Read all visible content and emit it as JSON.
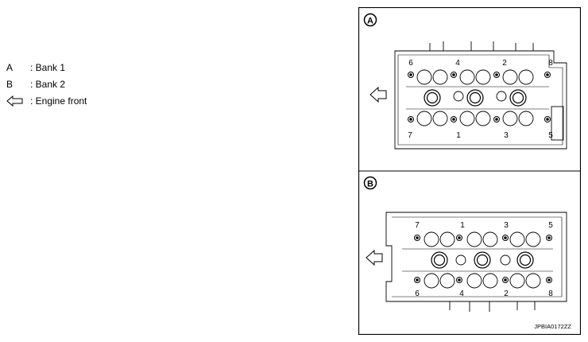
{
  "legend": [
    {
      "key": "A",
      "text": ": Bank 1"
    },
    {
      "key": "B",
      "text": ": Bank 2"
    },
    {
      "key_icon": "left-arrow-icon",
      "text": ": Engine front"
    }
  ],
  "panel_a": {
    "label": "A",
    "top_numbers": [
      "6",
      "4",
      "2",
      "8"
    ],
    "bottom_numbers": [
      "7",
      "1",
      "3",
      "5"
    ]
  },
  "panel_b": {
    "label": "B",
    "top_numbers": [
      "7",
      "1",
      "3",
      "5"
    ],
    "bottom_numbers": [
      "6",
      "4",
      "2",
      "8"
    ]
  },
  "figure_code": "JPBIA0172ZZ"
}
